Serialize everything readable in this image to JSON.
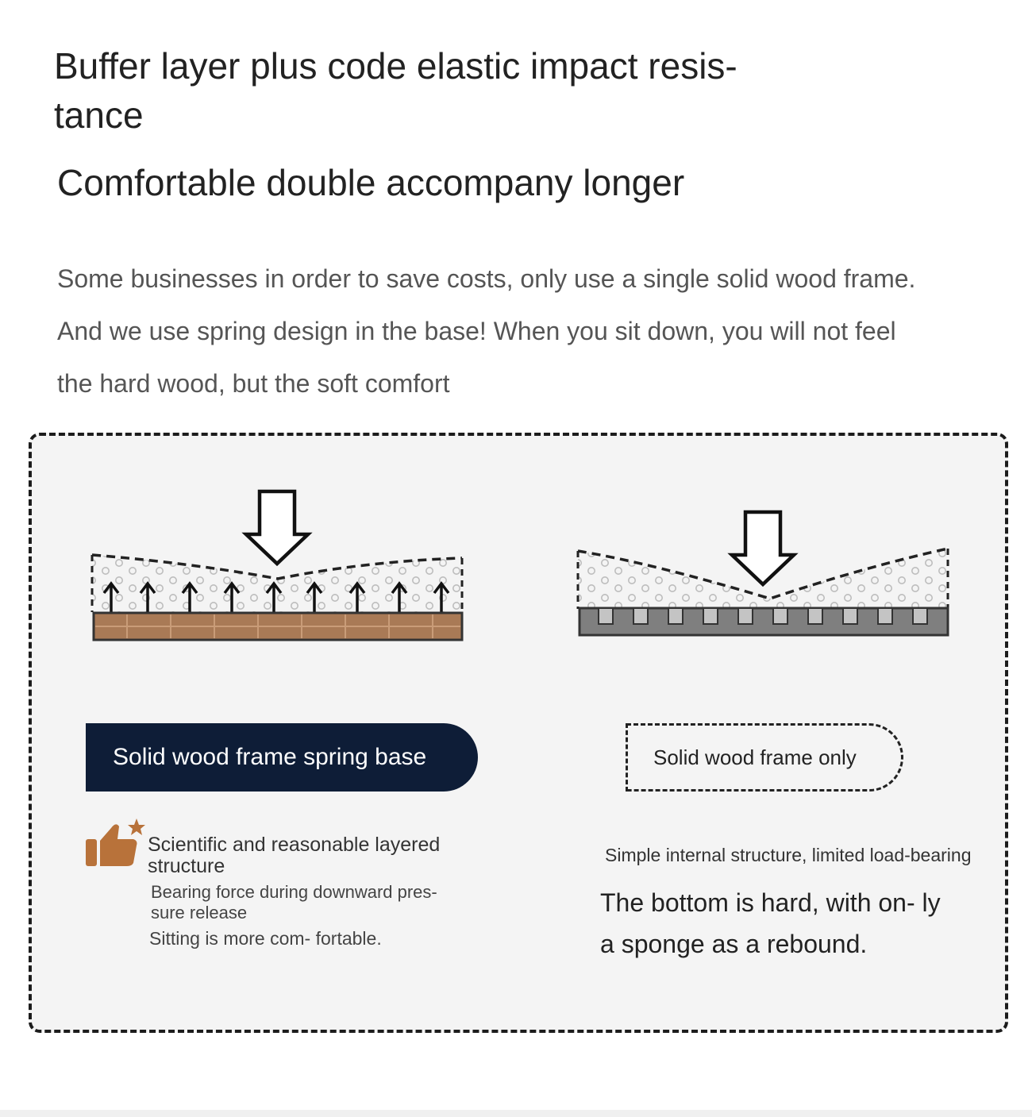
{
  "header": {
    "title": "Buffer layer plus code elastic impact resis- tance",
    "subtitle": "Comfortable double accompany longer",
    "intro": "Some businesses in order to save costs, only use a single solid wood frame. And we use spring design in the base! When you sit down, you will not feel the hard wood, but the soft comfort"
  },
  "comparison": {
    "left": {
      "label": "Solid wood frame spring base",
      "feature_title": "Scientific and reasonable layered structure",
      "feature_point_1": "Bearing force during downward pres- sure release",
      "feature_point_2": "Sitting is more com- fortable.",
      "icon": "thumbs-up-star-icon",
      "base_color": "#a97a56"
    },
    "right": {
      "label": "Solid wood frame only",
      "subtitle": "Simple internal structure, limited load-bearing",
      "description": "The bottom is hard, with on- ly a sponge as a rebound.",
      "base_color": "#7f7f7f"
    }
  },
  "colors": {
    "accent_navy": "#0e1d37",
    "accent_brown": "#b8723a",
    "panel_bg": "#f4f4f4"
  }
}
